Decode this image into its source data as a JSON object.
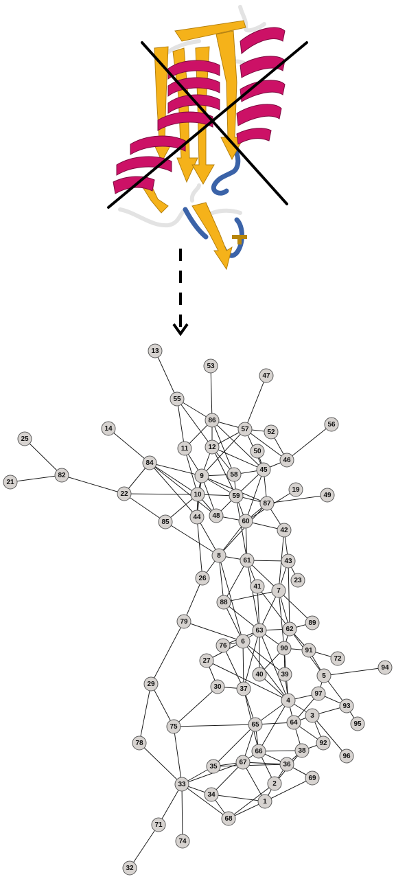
{
  "protein": {
    "helix_color": "#cc1166",
    "strand_color": "#f5b21a",
    "loop_color": "#3b63a8",
    "coil_color": "#e8e8e8",
    "cross_mark": "X"
  },
  "network": {
    "node_fill": "#d7d3d0",
    "nodes": [
      {
        "id": "13"
      },
      {
        "id": "53"
      },
      {
        "id": "47"
      },
      {
        "id": "55"
      },
      {
        "id": "86"
      },
      {
        "id": "57"
      },
      {
        "id": "52"
      },
      {
        "id": "56"
      },
      {
        "id": "14"
      },
      {
        "id": "25"
      },
      {
        "id": "11"
      },
      {
        "id": "12"
      },
      {
        "id": "50"
      },
      {
        "id": "46"
      },
      {
        "id": "84"
      },
      {
        "id": "82"
      },
      {
        "id": "58"
      },
      {
        "id": "45"
      },
      {
        "id": "9"
      },
      {
        "id": "21"
      },
      {
        "id": "22"
      },
      {
        "id": "10"
      },
      {
        "id": "59"
      },
      {
        "id": "19"
      },
      {
        "id": "49"
      },
      {
        "id": "87"
      },
      {
        "id": "44"
      },
      {
        "id": "48"
      },
      {
        "id": "85"
      },
      {
        "id": "60"
      },
      {
        "id": "42"
      },
      {
        "id": "8"
      },
      {
        "id": "61"
      },
      {
        "id": "43"
      },
      {
        "id": "26"
      },
      {
        "id": "23"
      },
      {
        "id": "41"
      },
      {
        "id": "7"
      },
      {
        "id": "88"
      },
      {
        "id": "79"
      },
      {
        "id": "89"
      },
      {
        "id": "63"
      },
      {
        "id": "62"
      },
      {
        "id": "6"
      },
      {
        "id": "76"
      },
      {
        "id": "90"
      },
      {
        "id": "91"
      },
      {
        "id": "72"
      },
      {
        "id": "27"
      },
      {
        "id": "40"
      },
      {
        "id": "39"
      },
      {
        "id": "5"
      },
      {
        "id": "94"
      },
      {
        "id": "29"
      },
      {
        "id": "30"
      },
      {
        "id": "37"
      },
      {
        "id": "97"
      },
      {
        "id": "4"
      },
      {
        "id": "93"
      },
      {
        "id": "3"
      },
      {
        "id": "64"
      },
      {
        "id": "65"
      },
      {
        "id": "75"
      },
      {
        "id": "95"
      },
      {
        "id": "78"
      },
      {
        "id": "92"
      },
      {
        "id": "66"
      },
      {
        "id": "38"
      },
      {
        "id": "96"
      },
      {
        "id": "67"
      },
      {
        "id": "35"
      },
      {
        "id": "36"
      },
      {
        "id": "69"
      },
      {
        "id": "33"
      },
      {
        "id": "2"
      },
      {
        "id": "34"
      },
      {
        "id": "1"
      },
      {
        "id": "68"
      },
      {
        "id": "71"
      },
      {
        "id": "74"
      },
      {
        "id": "32"
      }
    ],
    "edges": [
      [
        "13",
        "55"
      ],
      [
        "53",
        "86"
      ],
      [
        "47",
        "57"
      ],
      [
        "55",
        "86"
      ],
      [
        "55",
        "11"
      ],
      [
        "55",
        "12"
      ],
      [
        "86",
        "57"
      ],
      [
        "86",
        "12"
      ],
      [
        "86",
        "11"
      ],
      [
        "86",
        "58"
      ],
      [
        "86",
        "45"
      ],
      [
        "57",
        "52"
      ],
      [
        "57",
        "12"
      ],
      [
        "57",
        "45"
      ],
      [
        "57",
        "46"
      ],
      [
        "57",
        "9"
      ],
      [
        "52",
        "46"
      ],
      [
        "56",
        "46"
      ],
      [
        "12",
        "9"
      ],
      [
        "12",
        "58"
      ],
      [
        "12",
        "59"
      ],
      [
        "12",
        "45"
      ],
      [
        "11",
        "9"
      ],
      [
        "11",
        "10"
      ],
      [
        "14",
        "84"
      ],
      [
        "84",
        "9"
      ],
      [
        "84",
        "10"
      ],
      [
        "84",
        "44"
      ],
      [
        "84",
        "48"
      ],
      [
        "84",
        "22"
      ],
      [
        "25",
        "82"
      ],
      [
        "21",
        "82"
      ],
      [
        "82",
        "22"
      ],
      [
        "22",
        "10"
      ],
      [
        "22",
        "85"
      ],
      [
        "58",
        "45"
      ],
      [
        "58",
        "9"
      ],
      [
        "58",
        "59"
      ],
      [
        "45",
        "87"
      ],
      [
        "45",
        "59"
      ],
      [
        "45",
        "60"
      ],
      [
        "45",
        "46"
      ],
      [
        "50",
        "45"
      ],
      [
        "9",
        "10"
      ],
      [
        "9",
        "59"
      ],
      [
        "9",
        "48"
      ],
      [
        "9",
        "44"
      ],
      [
        "9",
        "87"
      ],
      [
        "10",
        "59"
      ],
      [
        "10",
        "48"
      ],
      [
        "10",
        "85"
      ],
      [
        "10",
        "44"
      ],
      [
        "59",
        "48"
      ],
      [
        "59",
        "60"
      ],
      [
        "59",
        "87"
      ],
      [
        "59",
        "61"
      ],
      [
        "19",
        "60"
      ],
      [
        "49",
        "87"
      ],
      [
        "87",
        "60"
      ],
      [
        "87",
        "42"
      ],
      [
        "87",
        "8"
      ],
      [
        "44",
        "8"
      ],
      [
        "44",
        "26"
      ],
      [
        "48",
        "60"
      ],
      [
        "85",
        "8"
      ],
      [
        "60",
        "42"
      ],
      [
        "60",
        "8"
      ],
      [
        "60",
        "61"
      ],
      [
        "42",
        "43"
      ],
      [
        "42",
        "7"
      ],
      [
        "8",
        "26"
      ],
      [
        "8",
        "61"
      ],
      [
        "8",
        "88"
      ],
      [
        "8",
        "6"
      ],
      [
        "61",
        "43"
      ],
      [
        "61",
        "41"
      ],
      [
        "61",
        "7"
      ],
      [
        "61",
        "88"
      ],
      [
        "61",
        "63"
      ],
      [
        "43",
        "23"
      ],
      [
        "43",
        "62"
      ],
      [
        "43",
        "7"
      ],
      [
        "26",
        "79"
      ],
      [
        "41",
        "63"
      ],
      [
        "41",
        "62"
      ],
      [
        "7",
        "88"
      ],
      [
        "7",
        "62"
      ],
      [
        "7",
        "63"
      ],
      [
        "7",
        "90"
      ],
      [
        "7",
        "89"
      ],
      [
        "88",
        "6"
      ],
      [
        "88",
        "63"
      ],
      [
        "79",
        "29"
      ],
      [
        "79",
        "6"
      ],
      [
        "89",
        "62"
      ],
      [
        "63",
        "62"
      ],
      [
        "63",
        "6"
      ],
      [
        "63",
        "90"
      ],
      [
        "63",
        "40"
      ],
      [
        "63",
        "37"
      ],
      [
        "63",
        "4"
      ],
      [
        "63",
        "76"
      ],
      [
        "62",
        "90"
      ],
      [
        "62",
        "91"
      ],
      [
        "62",
        "5"
      ],
      [
        "6",
        "76"
      ],
      [
        "6",
        "27"
      ],
      [
        "6",
        "37"
      ],
      [
        "6",
        "39"
      ],
      [
        "6",
        "4"
      ],
      [
        "90",
        "91"
      ],
      [
        "90",
        "39"
      ],
      [
        "90",
        "4"
      ],
      [
        "90",
        "40"
      ],
      [
        "91",
        "72"
      ],
      [
        "91",
        "5"
      ],
      [
        "5",
        "94"
      ],
      [
        "5",
        "97"
      ],
      [
        "5",
        "93"
      ],
      [
        "27",
        "30"
      ],
      [
        "27",
        "4"
      ],
      [
        "29",
        "75"
      ],
      [
        "29",
        "78"
      ],
      [
        "30",
        "75"
      ],
      [
        "30",
        "37"
      ],
      [
        "37",
        "65"
      ],
      [
        "37",
        "66"
      ],
      [
        "4",
        "64"
      ],
      [
        "4",
        "97"
      ],
      [
        "4",
        "65"
      ],
      [
        "4",
        "3"
      ],
      [
        "4",
        "66"
      ],
      [
        "97",
        "93"
      ],
      [
        "97",
        "64"
      ],
      [
        "93",
        "3"
      ],
      [
        "93",
        "95"
      ],
      [
        "3",
        "64"
      ],
      [
        "3",
        "92"
      ],
      [
        "3",
        "96"
      ],
      [
        "64",
        "65"
      ],
      [
        "64",
        "38"
      ],
      [
        "64",
        "92"
      ],
      [
        "65",
        "66"
      ],
      [
        "65",
        "67"
      ],
      [
        "65",
        "35"
      ],
      [
        "66",
        "36"
      ],
      [
        "66",
        "67"
      ],
      [
        "66",
        "38"
      ],
      [
        "38",
        "36"
      ],
      [
        "38",
        "2"
      ],
      [
        "67",
        "35"
      ],
      [
        "67",
        "33"
      ],
      [
        "67",
        "34"
      ],
      [
        "67",
        "1"
      ],
      [
        "67",
        "36"
      ],
      [
        "36",
        "2"
      ],
      [
        "36",
        "69"
      ],
      [
        "69",
        "1"
      ],
      [
        "2",
        "1"
      ],
      [
        "35",
        "33"
      ],
      [
        "33",
        "34"
      ],
      [
        "33",
        "71"
      ],
      [
        "33",
        "74"
      ],
      [
        "33",
        "68"
      ],
      [
        "34",
        "68"
      ],
      [
        "34",
        "1"
      ],
      [
        "68",
        "1"
      ],
      [
        "71",
        "32"
      ],
      [
        "75",
        "33"
      ],
      [
        "78",
        "33"
      ],
      [
        "2",
        "68"
      ],
      [
        "40",
        "4"
      ],
      [
        "39",
        "4"
      ],
      [
        "76",
        "37"
      ],
      [
        "92",
        "38"
      ],
      [
        "66",
        "2"
      ],
      [
        "35",
        "36"
      ],
      [
        "65",
        "75"
      ]
    ]
  }
}
